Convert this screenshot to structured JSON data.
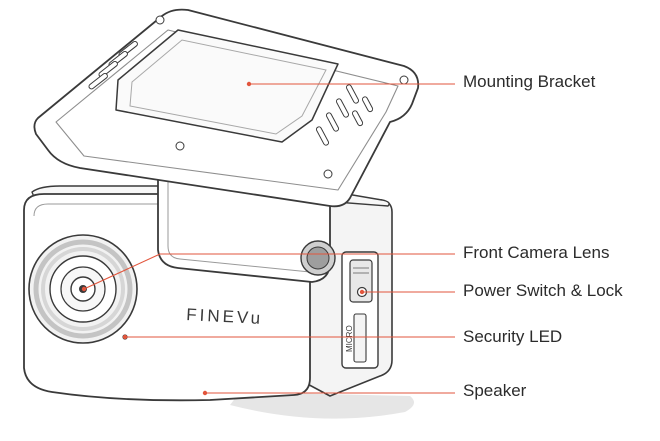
{
  "brand": "FINEVu",
  "slot_label": "MICRO",
  "callout_color": "#e2553c",
  "labels": {
    "mounting_bracket": "Mounting Bracket",
    "front_camera_lens": "Front Camera Lens",
    "power_switch_lock": "Power Switch & Lock",
    "security_led": "Security LED",
    "speaker": "Speaker"
  }
}
